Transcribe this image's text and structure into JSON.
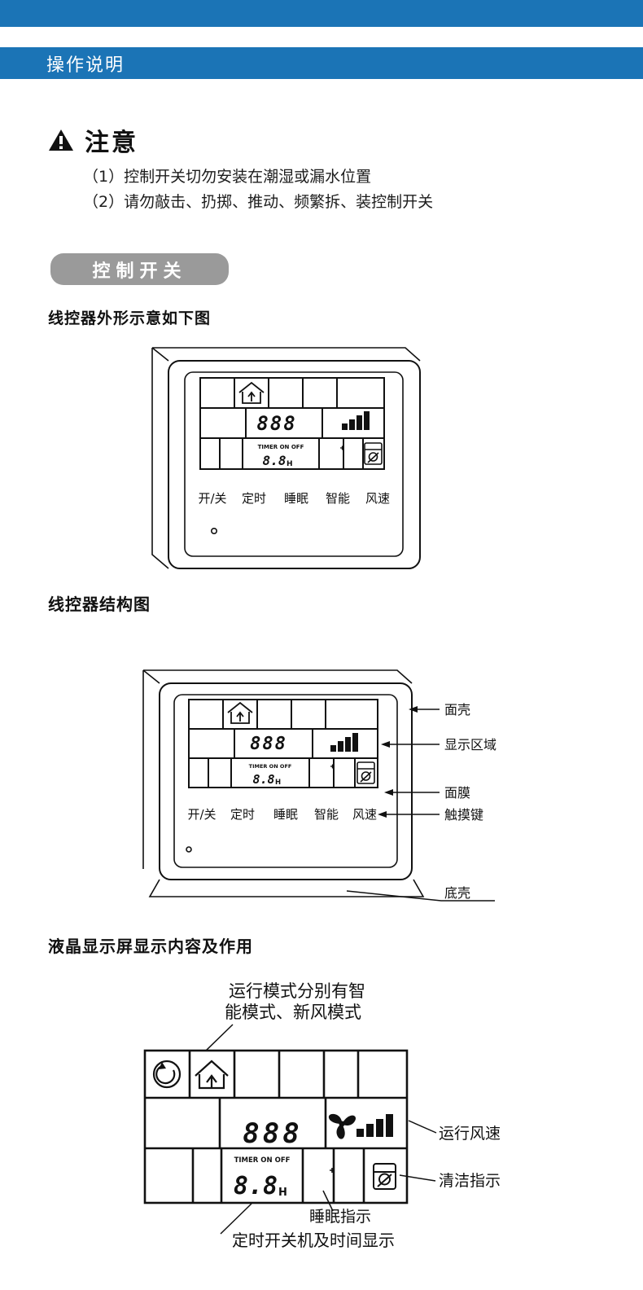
{
  "colors": {
    "accent_blue": "#1b74b6",
    "pill_gray": "#9a9a9a"
  },
  "header": {
    "title": "操作说明"
  },
  "notice": {
    "title": "注意",
    "items": [
      "（1）控制开关切勿安装在潮湿或漏水位置",
      "（2）请勿敲击、扔掷、推动、频繁拆、装控制开关"
    ]
  },
  "pill": {
    "label": "控制开关"
  },
  "sections": {
    "exterior_title": "线控器外形示意如下图",
    "structure_title": "线控器结构图",
    "lcd_title": "液晶显示屏显示内容及作用"
  },
  "controller": {
    "buttons": [
      "开/关",
      "定时",
      "睡眠",
      "智能",
      "风速"
    ],
    "lcd": {
      "digits": "888",
      "timer_label": "TIMER ON OFF",
      "timer_value": "8.8",
      "timer_unit": "H"
    }
  },
  "structure": {
    "callouts": [
      "面壳",
      "显示区域",
      "面膜",
      "触摸键",
      "底壳"
    ]
  },
  "lcd_info": {
    "mode_note_line1": "运行模式分别有智",
    "mode_note_line2": "能模式、新风模式",
    "fan_speed_callout": "运行风速",
    "clean_callout": "清洁指示",
    "sleep_callout": "睡眠指示",
    "timer_callout": "定时开关机及时间显示"
  },
  "icons": {
    "warning": "warning-triangle-icon",
    "home_mode": "home-mode-icon",
    "globe": "globe-mode-icon",
    "fan": "fan-icon",
    "fan_speed": "fan-speed-bars-icon",
    "sleep": "sleep-moon-icon",
    "clean": "clean-indicator-icon",
    "power_led": "indicator-dot"
  }
}
